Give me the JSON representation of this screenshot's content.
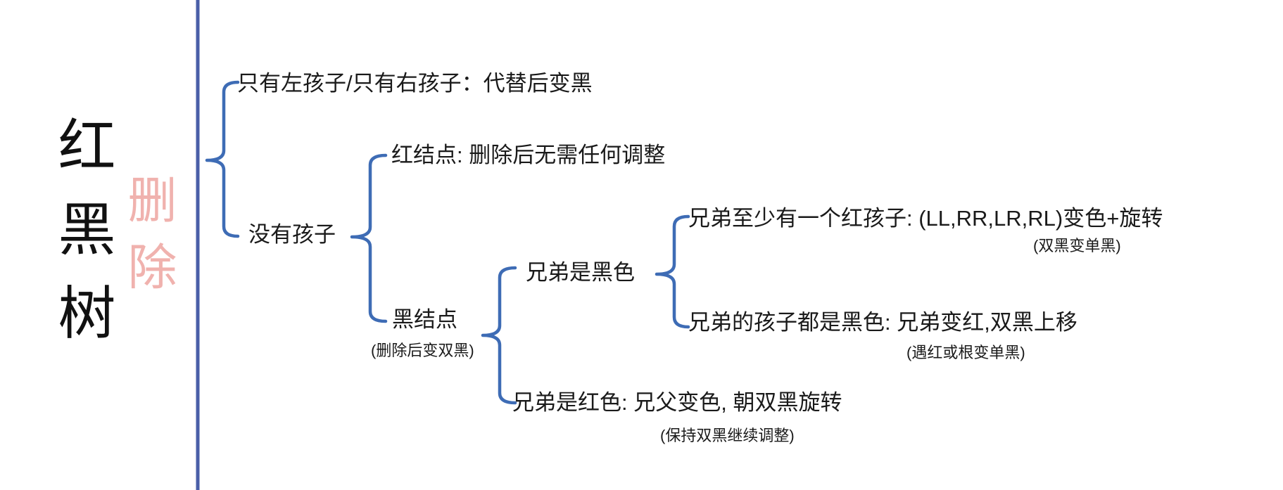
{
  "colors": {
    "background": "#ffffff",
    "brace_blue": "#3E6CB5",
    "divider_blue": "#4A5FA8",
    "text_black": "#1a1a1a",
    "title_black": "#111111",
    "title_pink": "#F0B2AE"
  },
  "title": {
    "main": "红黑树",
    "overlay": "删除"
  },
  "mindmap": {
    "topic": "红黑树 删除",
    "nodes": {
      "only_child": {
        "label": "只有左孩子/只有右孩子：代替后变黑"
      },
      "no_child": {
        "label": "没有孩子"
      },
      "red_node": {
        "label": "红结点: 删除后无需任何调整"
      },
      "black_node": {
        "label": "黑结点",
        "note": "(删除后变双黑)"
      },
      "sibling_black": {
        "label": "兄弟是黑色"
      },
      "sibling_has_red_child": {
        "label": "兄弟至少有一个红孩子: (LL,RR,LR,RL)变色+旋转",
        "note": "(双黑变单黑)"
      },
      "sibling_children_black": {
        "label": "兄弟的孩子都是黑色: 兄弟变红,双黑上移",
        "note": "(遇红或根变单黑)"
      },
      "sibling_red": {
        "label": "兄弟是红色: 兄父变色, 朝双黑旋转",
        "note": "(保持双黑继续调整)"
      }
    }
  }
}
